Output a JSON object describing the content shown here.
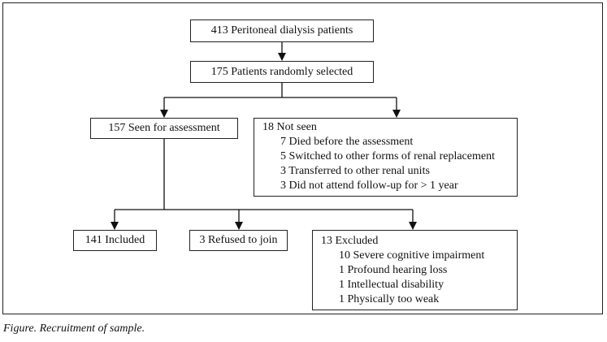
{
  "flowchart": {
    "total": "413 Peritoneal dialysis patients",
    "selected": "175 Patients randomly selected",
    "seen": "157 Seen for assessment",
    "not_seen": {
      "title": "18 Not seen",
      "items": [
        "7 Died before the assessment",
        "5 Switched to other forms of renal replacement",
        "3 Transferred to other renal units",
        "3 Did not attend follow-up for > 1 year"
      ]
    },
    "included": "141 Included",
    "refused": "3 Refused to join",
    "excluded": {
      "title": "13 Excluded",
      "items": [
        "10 Severe cognitive impairment",
        "1 Profound hearing loss",
        "1 Intellectual disability",
        "1 Physically too weak"
      ]
    }
  },
  "caption": {
    "label": "Figure",
    "text": ". Recruitment of sample."
  }
}
